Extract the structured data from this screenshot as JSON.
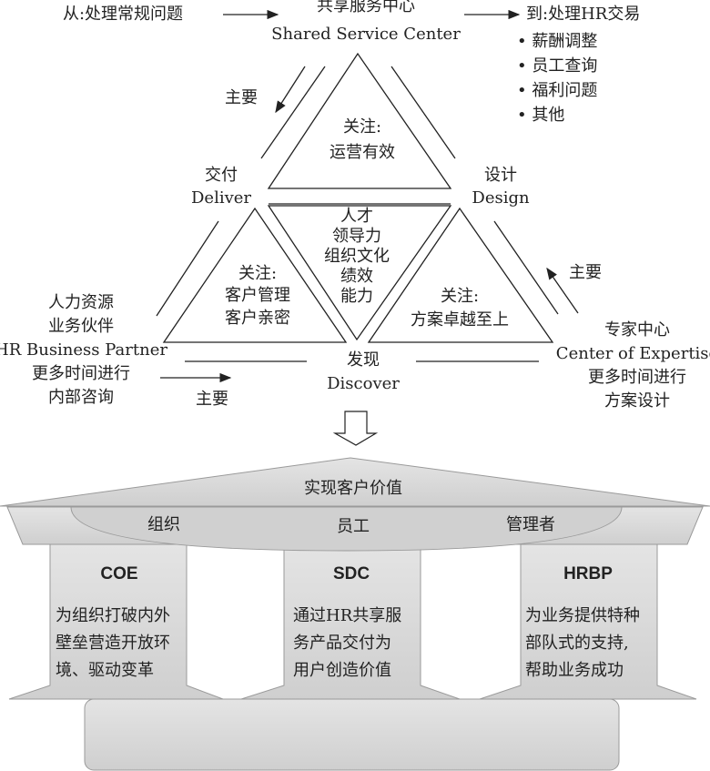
{
  "top": {
    "from_label": "从:处理常规问题",
    "ssc_cn": "共享服务中心",
    "ssc_en": "Shared Service Center",
    "to_label": "到:处理HR交易",
    "to_items": [
      "薪酬调整",
      "员工查询",
      "福利问题",
      "其他"
    ]
  },
  "triangle": {
    "top_focus_title": "关注:",
    "top_focus": "运营有效",
    "center_items": [
      "人才",
      "领导力",
      "组织文化",
      "绩效",
      "能力"
    ],
    "left_focus_title": "关注:",
    "left_focus_lines": [
      "客户管理",
      "客户亲密"
    ],
    "right_focus_title": "关注:",
    "right_focus": "方案卓越至上",
    "deliver_cn": "交付",
    "deliver_en": "Deliver",
    "design_cn": "设计",
    "design_en": "Design",
    "discover_cn": "发现",
    "discover_en": "Discover",
    "main_label": "主要"
  },
  "hrbp": {
    "lines": [
      "人力资源",
      "业务伙伴",
      "HR Business Partner",
      "更多时间进行",
      "内部咨询"
    ]
  },
  "coe": {
    "lines": [
      "专家中心",
      "Center of Expertise",
      "更多时间进行",
      "方案设计"
    ]
  },
  "house": {
    "roof": "实现客户价值",
    "beam": [
      "组织",
      "员工",
      "管理者"
    ],
    "pillars": [
      {
        "title": "COE",
        "lines": [
          "为组织打破内外",
          "壁垒营造开放环",
          "境、驱动变革"
        ]
      },
      {
        "title": "SDC",
        "lines": [
          "通过HR共享服",
          "务产品交付为",
          "用户创造价值"
        ]
      },
      {
        "title": "HRBP",
        "lines": [
          "为业务提供特种",
          "部队式的支持,",
          "帮助业务成功"
        ]
      }
    ]
  },
  "colors": {
    "house_fill": "#d6d6d6",
    "house_stroke": "#9a9a9a",
    "line": "#222222"
  }
}
